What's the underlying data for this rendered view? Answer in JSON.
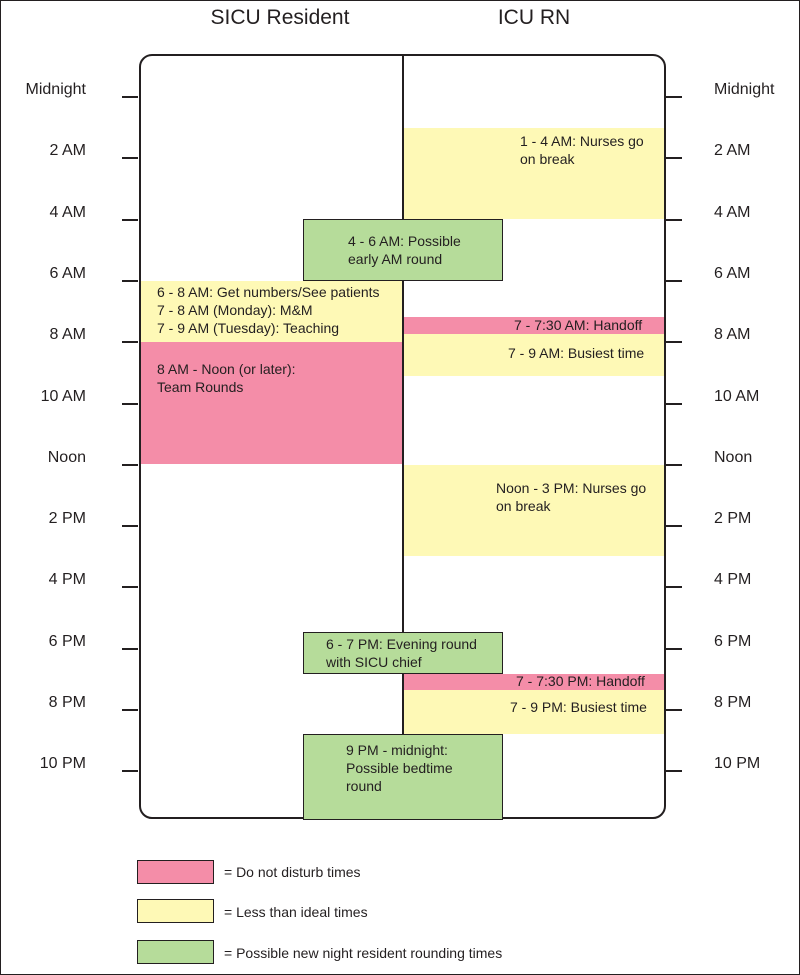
{
  "columns": {
    "left_title": "SICU Resident",
    "right_title": "ICU RN"
  },
  "time_labels": [
    "Midnight",
    "2 AM",
    "4 AM",
    "6 AM",
    "8 AM",
    "10 AM",
    "Noon",
    "2 PM",
    "4 PM",
    "6 PM",
    "8 PM",
    "10 PM"
  ],
  "blocks": {
    "rn_break_am": [
      "1 - 4 AM: Nurses go",
      "on break"
    ],
    "early_round": [
      "4 - 6 AM: Possible",
      "early AM round"
    ],
    "resident_morning": [
      "6 - 8 AM: Get numbers/See patients",
      "7 - 8 AM (Monday): M&M",
      "7 - 9 AM (Tuesday): Teaching"
    ],
    "handoff_am": "7 - 7:30 AM: Handoff",
    "busiest_am": "7 - 9 AM: Busiest time",
    "team_rounds": [
      "8 AM - Noon (or later):",
      "Team Rounds"
    ],
    "rn_break_pm": [
      "Noon - 3 PM: Nurses go",
      "on break"
    ],
    "evening_round": [
      "6 - 7 PM: Evening round",
      "with SICU chief"
    ],
    "handoff_pm": "7 - 7:30 PM: Handoff",
    "busiest_pm": "7 - 9 PM: Busiest time",
    "bedtime_round": [
      "9 PM - midnight:",
      "Possible bedtime",
      "round"
    ]
  },
  "legend": {
    "do_not_disturb": "= Do not disturb times",
    "less_than_ideal": "= Less than ideal times",
    "new_rounding": "= Possible new night resident rounding times"
  },
  "colors": {
    "do_not_disturb": "#f48da8",
    "less_than_ideal": "#fef9b6",
    "new_rounding": "#b6dc9a"
  }
}
